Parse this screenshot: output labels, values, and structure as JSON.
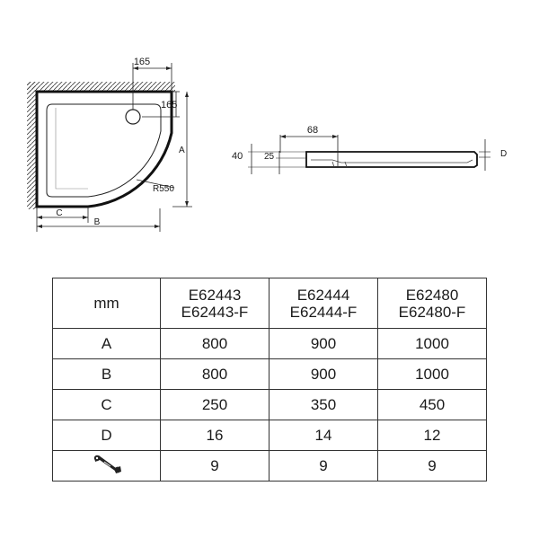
{
  "plan_view": {
    "dim_top": "165",
    "dim_right": "165",
    "dim_a": "A",
    "dim_radius": "R550",
    "dim_c": "C",
    "dim_b": "B"
  },
  "section_view": {
    "dim_68": "68",
    "dim_40": "40",
    "dim_25": "25",
    "dim_d": "D"
  },
  "table": {
    "corner_label": "mm",
    "columns": [
      {
        "line1": "E62443",
        "line2": "E62443-F"
      },
      {
        "line1": "E62444",
        "line2": "E62444-F"
      },
      {
        "line1": "E62480",
        "line2": "E62480-F"
      }
    ],
    "rows": [
      {
        "label": "A",
        "values": [
          "800",
          "900",
          "1000"
        ]
      },
      {
        "label": "B",
        "values": [
          "800",
          "900",
          "1000"
        ]
      },
      {
        "label": "C",
        "values": [
          "250",
          "350",
          "450"
        ]
      },
      {
        "label": "D",
        "values": [
          "16",
          "14",
          "12"
        ]
      },
      {
        "icon": "drain-waste-icon",
        "values": [
          "9",
          "9",
          "9"
        ]
      }
    ]
  }
}
